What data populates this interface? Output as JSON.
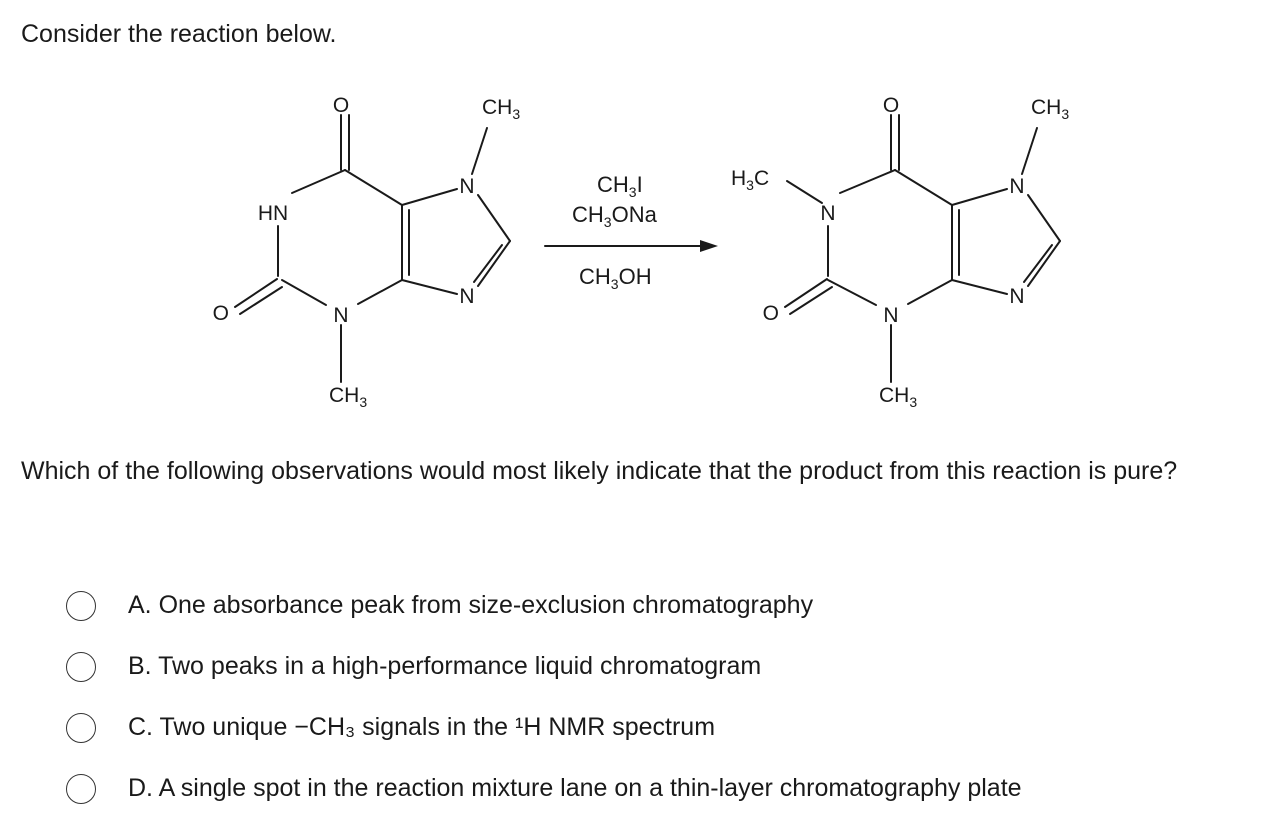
{
  "intro": "Consider the reaction below.",
  "scheme": {
    "reactant": {
      "O_top": "O",
      "O_left": "O",
      "HN": "HN",
      "N1": "N",
      "N3": "N",
      "N7": "N",
      "N9": "N",
      "CH3_top": "CH",
      "CH3_bottom": "CH",
      "sub3": "3"
    },
    "reagents": {
      "r1": "CH",
      "r1_tail": "I",
      "r2": "CH",
      "r2_tail": "ONa",
      "r3": "CH",
      "r3_tail": "OH",
      "sub3": "3"
    },
    "product": {
      "O_top": "O",
      "O_left": "O",
      "H3C_a": "H",
      "H3C_b": "C",
      "N1": "N",
      "N3": "N",
      "N7": "N",
      "N9": "N",
      "CH3_top": "CH",
      "CH3_bottom": "CH",
      "sub3": "3"
    }
  },
  "question": "Which of the following observations would most likely indicate that the product from this reaction is pure?",
  "options": [
    {
      "label": "A. One absorbance peak from size-exclusion chromatography"
    },
    {
      "label": "B. Two peaks in a high-performance liquid chromatogram"
    },
    {
      "label": "C. Two unique −CH₃ signals in the ¹H NMR spectrum"
    },
    {
      "label": "D. A single spot in the reaction mixture lane on a thin-layer chromatography plate"
    }
  ]
}
